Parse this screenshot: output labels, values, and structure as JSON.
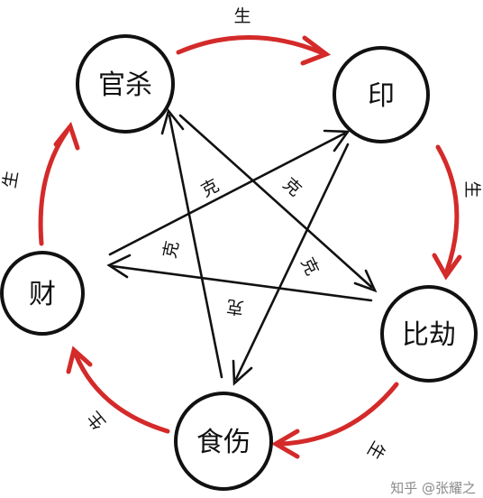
{
  "colors": {
    "generate": "#d42a2a",
    "control": "#111111",
    "node_border": "#111111",
    "watermark": "#8a8a8a"
  },
  "nodes": {
    "guansha": "官杀",
    "yin": "印",
    "bijie": "比劫",
    "shishang": "食伤",
    "cai": "财"
  },
  "cycles": {
    "generate": {
      "guansha_to_yin": "生",
      "yin_to_bijie": "生",
      "bijie_to_shishang": "生",
      "shishang_to_cai": "生",
      "cai_to_guansha": "生"
    },
    "control": {
      "guansha_to_bijie": "克",
      "yin_to_shishang": "克",
      "bijie_to_cai": "克",
      "shishang_to_guansha": "克",
      "cai_to_yin": "克"
    }
  },
  "watermark": "知乎 @张耀之"
}
